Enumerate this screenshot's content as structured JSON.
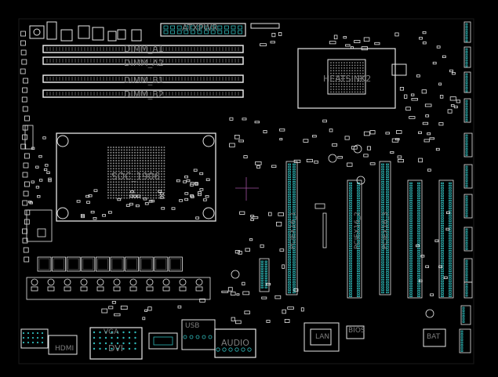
{
  "board": {
    "background": "#000000",
    "outline_color": "#e6e6e6",
    "pin_color": "#2fb7b7",
    "label_color": "#7e7e7e"
  },
  "labels": {
    "atx_power": "ATXPWR",
    "dimm_a1": "DIMM_A1",
    "dimm_a2": "DIMM_A2",
    "dimm_b1": "DIMM_B1",
    "dimm_b2": "DIMM_B2",
    "soc": "SOC_1906",
    "heatsink": "HEATSINK2",
    "pcie_1": "PCIEX16_1",
    "pcie_2": "PCIEX16_2",
    "pcie_3": "PCIEX16_3",
    "hdmi": "HDMI",
    "vga": "VGA",
    "dvi": "DVI",
    "audio": "AUDIO",
    "usb": "USB",
    "lan": "LAN",
    "bios": "BIOS",
    "batt": "BAT"
  }
}
